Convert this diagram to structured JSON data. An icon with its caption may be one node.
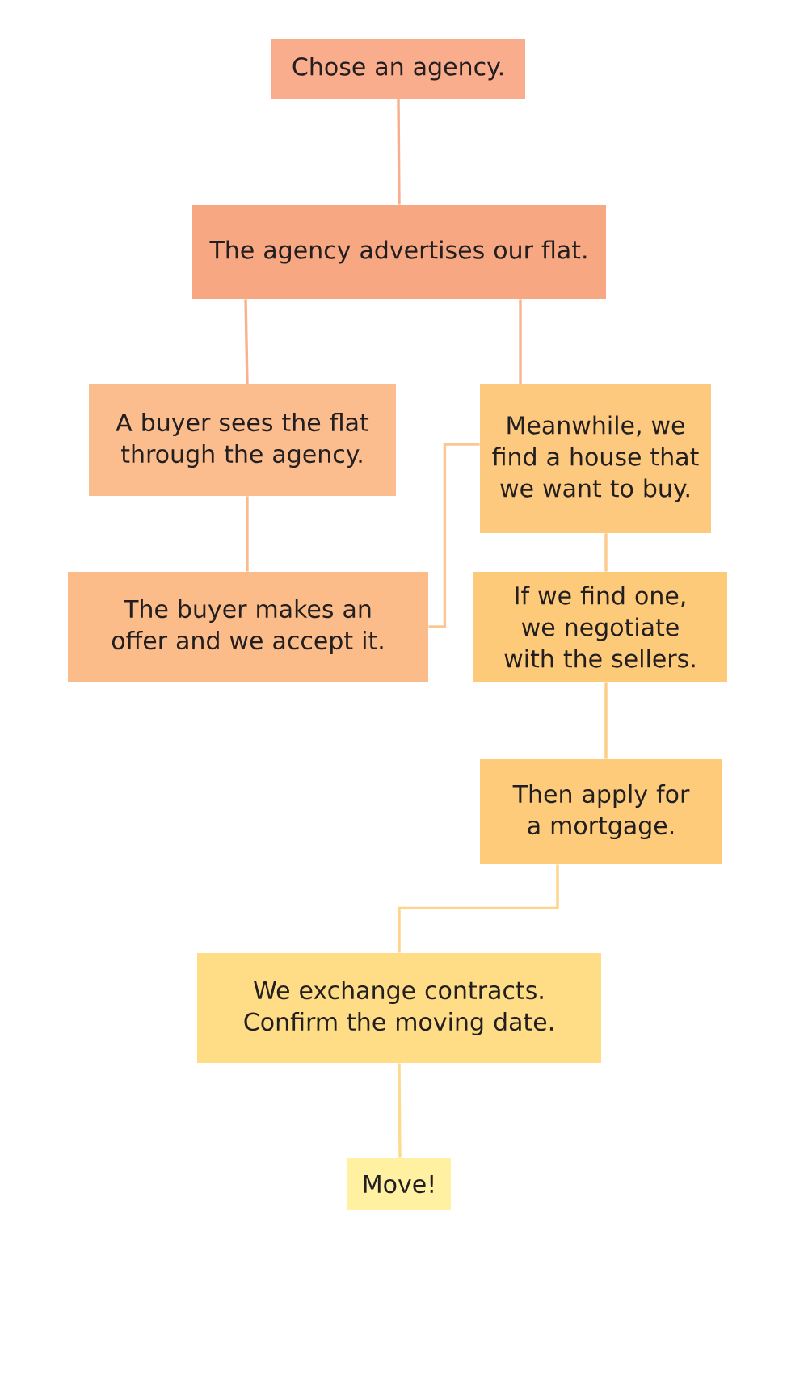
{
  "diagram": {
    "nodes": [
      {
        "text": [
          "Chose an agency."
        ]
      },
      {
        "text": [
          "The agency advertises our flat."
        ]
      },
      {
        "text": [
          "A buyer sees the flat through the agency."
        ]
      },
      {
        "text": [
          "Meanwhile, we find a house that we want to buy."
        ]
      },
      {
        "text": [
          "The buyer makes an offer and we accept it."
        ]
      },
      {
        "text": [
          "If we find one, we negotiate with the sellers."
        ]
      },
      {
        "text": [
          "Then apply for a mortgage."
        ]
      },
      {
        "text": [
          "We exchange contracts. Confirm the moving date."
        ]
      },
      {
        "text": [
          "Move!"
        ]
      }
    ],
    "edges": [
      {
        "from": 0,
        "to": 1,
        "arrow": "none",
        "color": "#f8ae8e"
      },
      {
        "from": 1,
        "to": 2,
        "arrow": "none",
        "color": "#f8b28e"
      },
      {
        "from": 1,
        "to": 3,
        "arrow": "none",
        "color": "#f9b48e"
      },
      {
        "from": 2,
        "to": 4,
        "arrow": "none",
        "color": "#fabc8f"
      },
      {
        "from": 4,
        "to": 3,
        "arrow": "none",
        "color": "#fcc692"
      },
      {
        "from": 3,
        "to": 5,
        "arrow": "none",
        "color": "#fdca8c"
      },
      {
        "from": 5,
        "to": 6,
        "arrow": "none",
        "color": "#fdcc86"
      },
      {
        "from": 6,
        "to": 7,
        "arrow": "none",
        "color": "#fdd48a"
      },
      {
        "from": 7,
        "to": 8,
        "arrow": "none",
        "color": "#fddb8e"
      }
    ]
  }
}
